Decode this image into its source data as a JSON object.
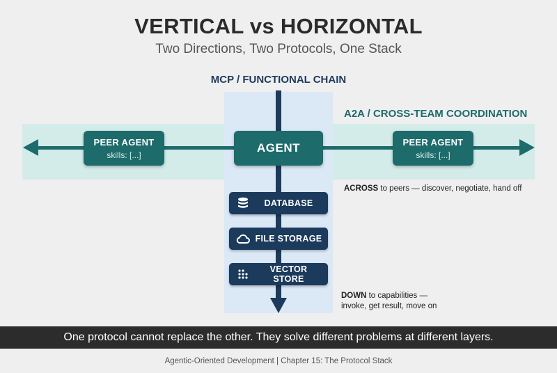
{
  "header": {
    "title": "VERTICAL vs HORIZONTAL",
    "subtitle": "Two Directions, Two Protocols, One Stack"
  },
  "labels": {
    "mcp": "MCP / FUNCTIONAL CHAIN",
    "a2a": "A2A / CROSS-TEAM COORDINATION"
  },
  "agent": {
    "label": "AGENT"
  },
  "peers": [
    {
      "name": "PEER AGENT",
      "skills": "skills: [...]"
    },
    {
      "name": "PEER AGENT",
      "skills": "skills: [...]"
    }
  ],
  "capabilities": [
    {
      "label": "DATABASE",
      "icon": "database-icon"
    },
    {
      "label": "FILE STORAGE",
      "icon": "cloud-icon"
    },
    {
      "label": "VECTOR STORE",
      "icon": "dot-grid-icon"
    }
  ],
  "notes": {
    "across_strong": "ACROSS",
    "across_rest": " to peers — discover, negotiate, hand off",
    "down_strong": "DOWN",
    "down_line1": " to capabilities —",
    "down_line2": "invoke, get result, move on"
  },
  "banner": {
    "text": "One protocol cannot replace the other. They solve different problems at different layers."
  },
  "footer": {
    "text": "Agentic-Oriented Development | Chapter 15: The Protocol Stack"
  },
  "colors": {
    "teal": "#1d6b6b",
    "navy": "#1b3a5c",
    "teal_band": "#d3ece9",
    "blue_band": "#dbe8f6",
    "banner_bg": "#2c2c2c"
  }
}
